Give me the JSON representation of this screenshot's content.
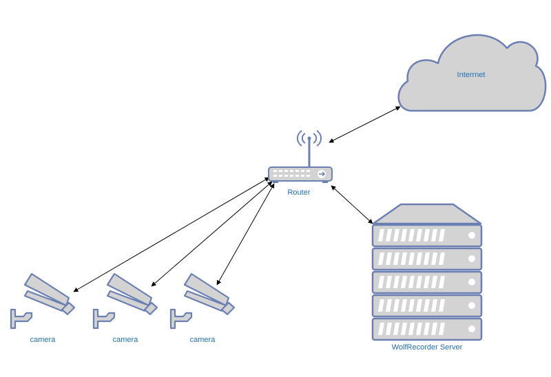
{
  "nodes": {
    "internet": {
      "label": "Interrnet",
      "icon": "cloud-icon"
    },
    "router": {
      "label": "Router",
      "icon": "wifi-router-icon"
    },
    "server": {
      "label": "WolfRecorder Server",
      "icon": "server-rack-icon"
    },
    "cameras": [
      {
        "label": "camera",
        "icon": "cctv-camera-icon"
      },
      {
        "label": "camera",
        "icon": "cctv-camera-icon"
      },
      {
        "label": "camera",
        "icon": "cctv-camera-icon"
      }
    ]
  },
  "colors": {
    "icon_fill": "#d3d3d3",
    "icon_stroke": "#6b7fb3",
    "label_text": "#1f6fb2",
    "connector": "#000000"
  }
}
